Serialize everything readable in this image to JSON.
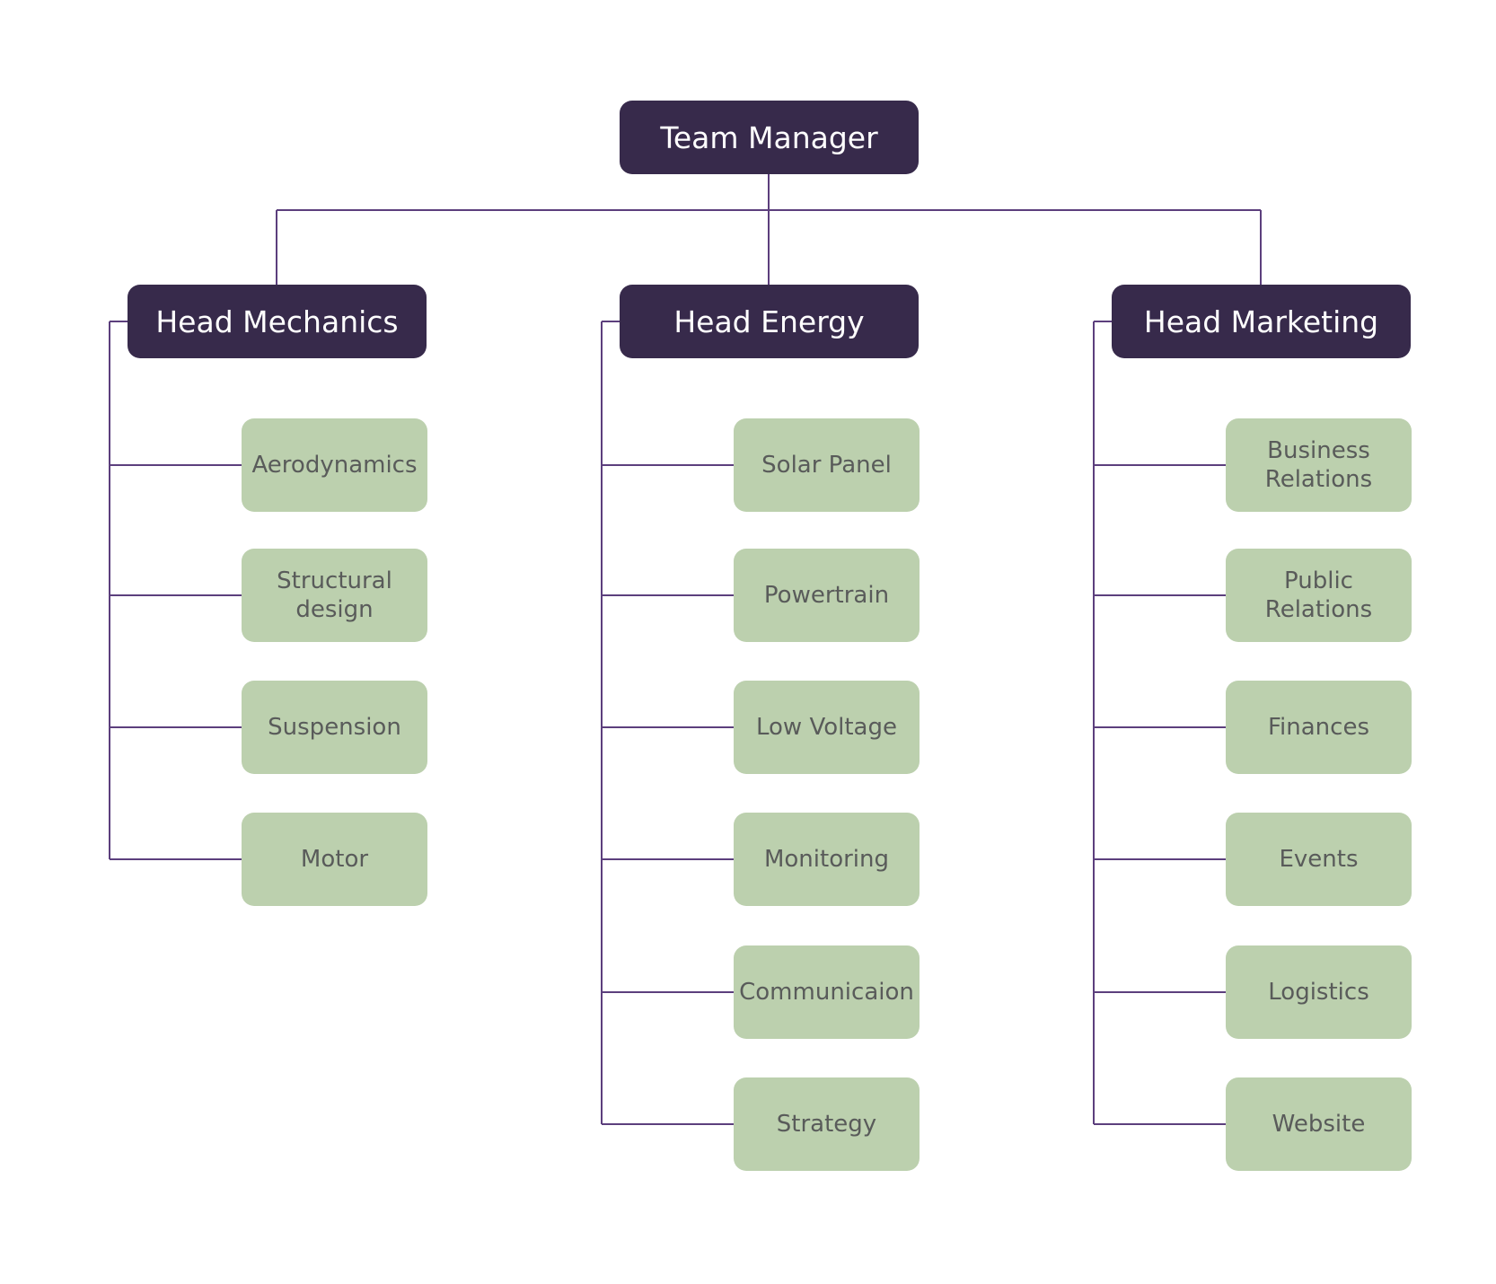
{
  "colors": {
    "head_fill": "#372a4b",
    "head_text": "#ffffff",
    "team_fill": "#bcd0ae",
    "team_text": "#595b5a",
    "connector": "#5c3f7d",
    "background": "#ffffff"
  },
  "root": {
    "label": "Team Manager"
  },
  "heads": [
    {
      "label": "Head Mechanics",
      "teams": [
        "Aerodynamics",
        "Structural\ndesign",
        "Suspension",
        "Motor"
      ]
    },
    {
      "label": "Head Energy",
      "teams": [
        "Solar Panel",
        "Powertrain",
        "Low Voltage",
        "Monitoring",
        "Communicaion",
        "Strategy"
      ]
    },
    {
      "label": "Head Marketing",
      "teams": [
        "Business\nRelations",
        "Public Relations",
        "Finances",
        "Events",
        "Logistics",
        "Website"
      ]
    }
  ]
}
